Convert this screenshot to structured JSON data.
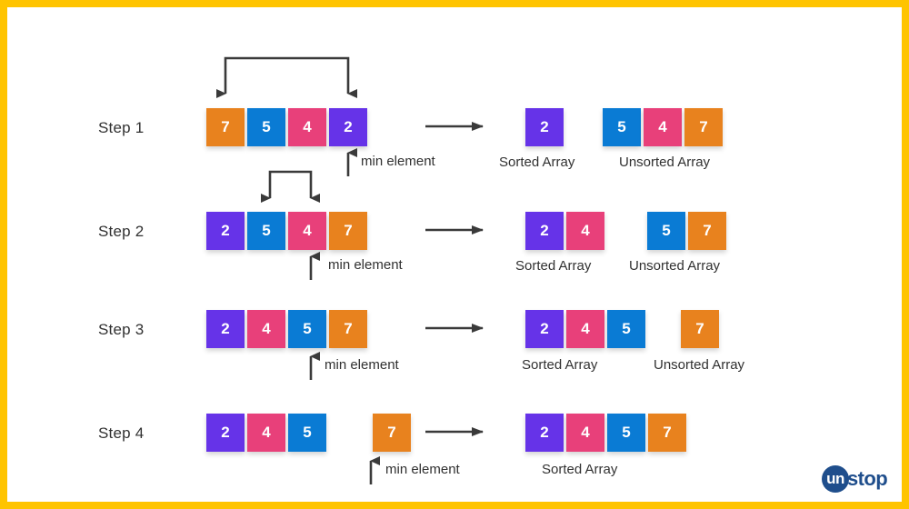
{
  "theme": {
    "border_color": "#FFC400",
    "background": "#ffffff",
    "text_color": "#313131",
    "arrow_color": "#3A3A3A",
    "palette": {
      "orange": "#E8821E",
      "blue": "#0A7BD4",
      "pink": "#E8407A",
      "purple": "#6633E8"
    }
  },
  "labels": {
    "min_element": "min element",
    "sorted_array": "Sorted Array",
    "unsorted_array": "Unsorted Array"
  },
  "logo": {
    "mark": "un",
    "word": "stop",
    "color": "#1F4E8C"
  },
  "steps": [
    {
      "label": "Step 1",
      "left_array": [
        {
          "value": "7",
          "color": "orange"
        },
        {
          "value": "5",
          "color": "blue"
        },
        {
          "value": "4",
          "color": "pink"
        },
        {
          "value": "2",
          "color": "purple"
        }
      ],
      "swap_indices": [
        0,
        3
      ],
      "min_index": 3,
      "min_label": "min element",
      "sorted": [
        {
          "value": "2",
          "color": "purple"
        }
      ],
      "unsorted": [
        {
          "value": "5",
          "color": "blue"
        },
        {
          "value": "4",
          "color": "pink"
        },
        {
          "value": "7",
          "color": "orange"
        }
      ],
      "sorted_caption": "Sorted Array",
      "unsorted_caption": "Unsorted Array"
    },
    {
      "label": "Step 2",
      "left_array": [
        {
          "value": "2",
          "color": "purple"
        },
        {
          "value": "5",
          "color": "blue"
        },
        {
          "value": "4",
          "color": "pink"
        },
        {
          "value": "7",
          "color": "orange"
        }
      ],
      "swap_indices": [
        1,
        2
      ],
      "min_index": 2,
      "min_label": "min element",
      "sorted": [
        {
          "value": "2",
          "color": "purple"
        },
        {
          "value": "4",
          "color": "pink"
        }
      ],
      "unsorted": [
        {
          "value": "5",
          "color": "blue"
        },
        {
          "value": "7",
          "color": "orange"
        }
      ],
      "sorted_caption": "Sorted Array",
      "unsorted_caption": "Unsorted Array"
    },
    {
      "label": "Step 3",
      "left_array": [
        {
          "value": "2",
          "color": "purple"
        },
        {
          "value": "4",
          "color": "pink"
        },
        {
          "value": "5",
          "color": "blue"
        },
        {
          "value": "7",
          "color": "orange"
        }
      ],
      "swap_indices": [],
      "min_index": 2,
      "min_label": "min element",
      "sorted": [
        {
          "value": "2",
          "color": "purple"
        },
        {
          "value": "4",
          "color": "pink"
        },
        {
          "value": "5",
          "color": "blue"
        }
      ],
      "unsorted": [
        {
          "value": "7",
          "color": "orange"
        }
      ],
      "sorted_caption": "Sorted Array",
      "unsorted_caption": "Unsorted Array"
    },
    {
      "label": "Step 4",
      "left_array": [
        {
          "value": "2",
          "color": "purple"
        },
        {
          "value": "4",
          "color": "pink"
        },
        {
          "value": "5",
          "color": "blue"
        },
        {
          "value": "7",
          "color": "orange"
        }
      ],
      "swap_indices": [],
      "min_index": 3,
      "min_label": "min element",
      "sorted": [
        {
          "value": "2",
          "color": "purple"
        },
        {
          "value": "4",
          "color": "pink"
        },
        {
          "value": "5",
          "color": "blue"
        },
        {
          "value": "7",
          "color": "orange"
        }
      ],
      "unsorted": [],
      "sorted_caption": "Sorted Array",
      "unsorted_caption": ""
    }
  ]
}
